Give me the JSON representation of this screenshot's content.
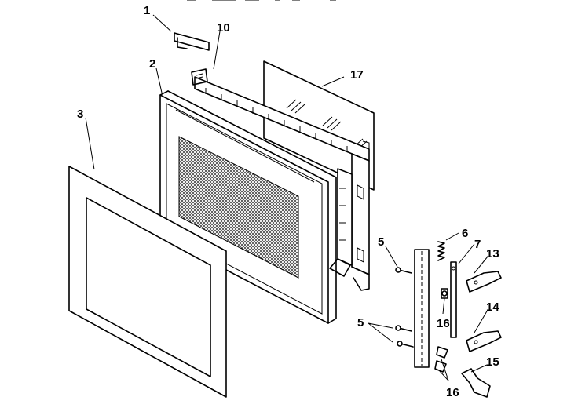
{
  "callouts": {
    "c1": "1",
    "c2": "2",
    "c3": "3",
    "c5a": "5",
    "c5b": "5",
    "c6": "6",
    "c7": "7",
    "c10": "10",
    "c13": "13",
    "c14": "14",
    "c15": "15",
    "c16a": "16",
    "c16b": "16",
    "c17": "17"
  }
}
